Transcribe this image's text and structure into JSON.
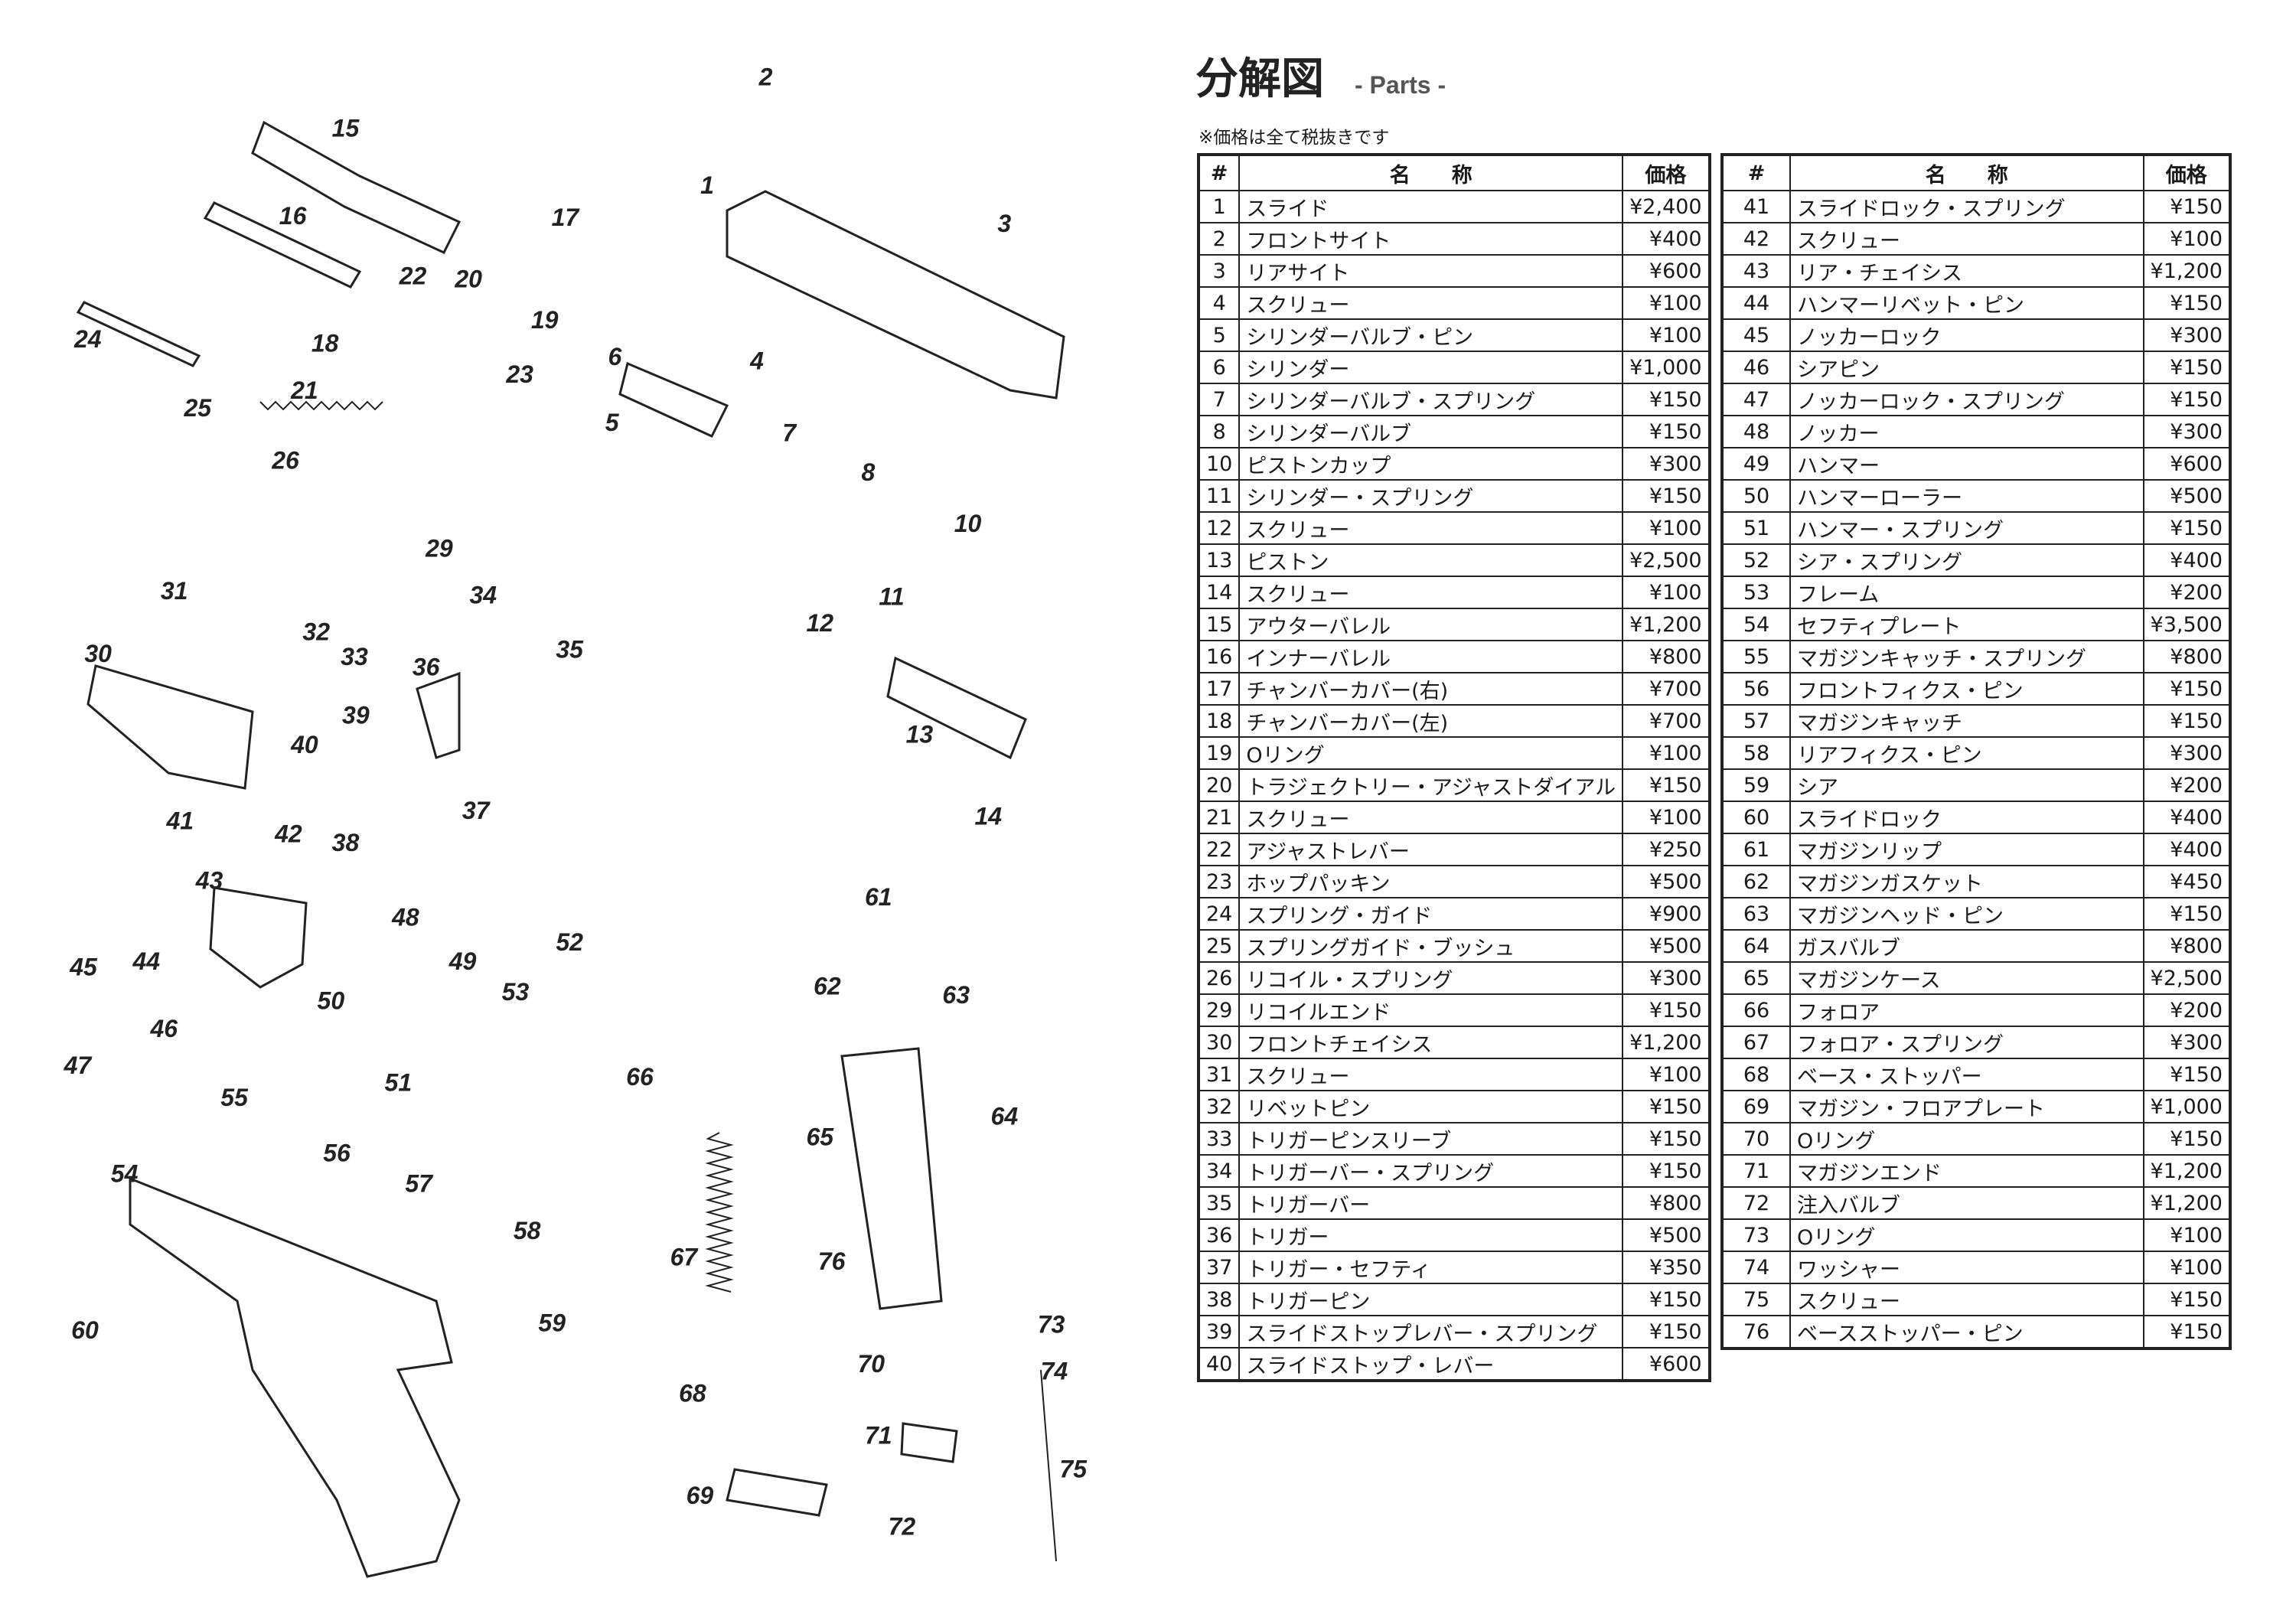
{
  "title": {
    "main": "分解図",
    "sub": "- Parts -"
  },
  "note": "※価格は全て税抜きです",
  "table_headers": {
    "num": "#",
    "name": "名　　称",
    "price": "価格"
  },
  "table_left": [
    [
      "1",
      "スライド",
      "¥2,400"
    ],
    [
      "2",
      "フロントサイト",
      "¥400"
    ],
    [
      "3",
      "リアサイト",
      "¥600"
    ],
    [
      "4",
      "スクリュー",
      "¥100"
    ],
    [
      "5",
      "シリンダーバルブ・ピン",
      "¥100"
    ],
    [
      "6",
      "シリンダー",
      "¥1,000"
    ],
    [
      "7",
      "シリンダーバルブ・スプリング",
      "¥150"
    ],
    [
      "8",
      "シリンダーバルブ",
      "¥150"
    ],
    [
      "10",
      "ピストンカップ",
      "¥300"
    ],
    [
      "11",
      "シリンダー・スプリング",
      "¥150"
    ],
    [
      "12",
      "スクリュー",
      "¥100"
    ],
    [
      "13",
      "ピストン",
      "¥2,500"
    ],
    [
      "14",
      "スクリュー",
      "¥100"
    ],
    [
      "15",
      "アウターバレル",
      "¥1,200"
    ],
    [
      "16",
      "インナーバレル",
      "¥800"
    ],
    [
      "17",
      "チャンバーカバー(右)",
      "¥700"
    ],
    [
      "18",
      "チャンバーカバー(左)",
      "¥700"
    ],
    [
      "19",
      "Oリング",
      "¥100"
    ],
    [
      "20",
      "トラジェクトリー・アジャストダイアル",
      "¥150"
    ],
    [
      "21",
      "スクリュー",
      "¥100"
    ],
    [
      "22",
      "アジャストレバー",
      "¥250"
    ],
    [
      "23",
      "ホップパッキン",
      "¥500"
    ],
    [
      "24",
      "スプリング・ガイド",
      "¥900"
    ],
    [
      "25",
      "スプリングガイド・ブッシュ",
      "¥500"
    ],
    [
      "26",
      "リコイル・スプリング",
      "¥300"
    ],
    [
      "29",
      "リコイルエンド",
      "¥150"
    ],
    [
      "30",
      "フロントチェイシス",
      "¥1,200"
    ],
    [
      "31",
      "スクリュー",
      "¥100"
    ],
    [
      "32",
      "リベットピン",
      "¥150"
    ],
    [
      "33",
      "トリガーピンスリーブ",
      "¥150"
    ],
    [
      "34",
      "トリガーバー・スプリング",
      "¥150"
    ],
    [
      "35",
      "トリガーバー",
      "¥800"
    ],
    [
      "36",
      "トリガー",
      "¥500"
    ],
    [
      "37",
      "トリガー・セフティ",
      "¥350"
    ],
    [
      "38",
      "トリガーピン",
      "¥150"
    ],
    [
      "39",
      "スライドストップレバー・スプリング",
      "¥150"
    ],
    [
      "40",
      "スライドストップ・レバー",
      "¥600"
    ]
  ],
  "table_right": [
    [
      "41",
      "スライドロック・スプリング",
      "¥150"
    ],
    [
      "42",
      "スクリュー",
      "¥100"
    ],
    [
      "43",
      "リア・チェイシス",
      "¥1,200"
    ],
    [
      "44",
      "ハンマーリベット・ピン",
      "¥150"
    ],
    [
      "45",
      "ノッカーロック",
      "¥300"
    ],
    [
      "46",
      "シアピン",
      "¥150"
    ],
    [
      "47",
      "ノッカーロック・スプリング",
      "¥150"
    ],
    [
      "48",
      "ノッカー",
      "¥300"
    ],
    [
      "49",
      "ハンマー",
      "¥600"
    ],
    [
      "50",
      "ハンマーローラー",
      "¥500"
    ],
    [
      "51",
      "ハンマー・スプリング",
      "¥150"
    ],
    [
      "52",
      "シア・スプリング",
      "¥400"
    ],
    [
      "53",
      "フレーム",
      "¥200"
    ],
    [
      "54",
      "セフティプレート",
      "¥3,500"
    ],
    [
      "55",
      "マガジンキャッチ・スプリング",
      "¥800"
    ],
    [
      "56",
      "フロントフィクス・ピン",
      "¥150"
    ],
    [
      "57",
      "マガジンキャッチ",
      "¥150"
    ],
    [
      "58",
      "リアフィクス・ピン",
      "¥300"
    ],
    [
      "59",
      "シア",
      "¥200"
    ],
    [
      "60",
      "スライドロック",
      "¥400"
    ],
    [
      "61",
      "マガジンリップ",
      "¥400"
    ],
    [
      "62",
      "マガジンガスケット",
      "¥450"
    ],
    [
      "63",
      "マガジンヘッド・ピン",
      "¥150"
    ],
    [
      "64",
      "ガスバルブ",
      "¥800"
    ],
    [
      "65",
      "マガジンケース",
      "¥2,500"
    ],
    [
      "66",
      "フォロア",
      "¥200"
    ],
    [
      "67",
      "フォロア・スプリング",
      "¥300"
    ],
    [
      "68",
      "ベース・ストッパー",
      "¥150"
    ],
    [
      "69",
      "マガジン・フロアプレート",
      "¥1,000"
    ],
    [
      "70",
      "Oリング",
      "¥150"
    ],
    [
      "71",
      "マガジンエンド",
      "¥1,200"
    ],
    [
      "72",
      "注入バルブ",
      "¥1,200"
    ],
    [
      "73",
      "Oリング",
      "¥100"
    ],
    [
      "74",
      "ワッシャー",
      "¥100"
    ],
    [
      "75",
      "スクリュー",
      "¥150"
    ],
    [
      "76",
      "ベースストッパー・ピン",
      "¥150"
    ]
  ],
  "diagram_labels": [
    "15",
    "16",
    "2",
    "1",
    "3",
    "17",
    "22",
    "20",
    "19",
    "18",
    "24",
    "4",
    "6",
    "23",
    "21",
    "25",
    "5",
    "7",
    "26",
    "8",
    "29",
    "10",
    "34",
    "31",
    "11",
    "32",
    "12",
    "35",
    "33",
    "30",
    "36",
    "39",
    "40",
    "13",
    "41",
    "37",
    "38",
    "14",
    "42",
    "43",
    "61",
    "48",
    "52",
    "49",
    "62",
    "63",
    "45",
    "44",
    "50",
    "53",
    "46",
    "66",
    "47",
    "51",
    "64",
    "55",
    "65",
    "56",
    "54",
    "57",
    "58",
    "76",
    "67",
    "59",
    "60",
    "73",
    "70",
    "74",
    "68",
    "71",
    "75",
    "69",
    "72"
  ]
}
